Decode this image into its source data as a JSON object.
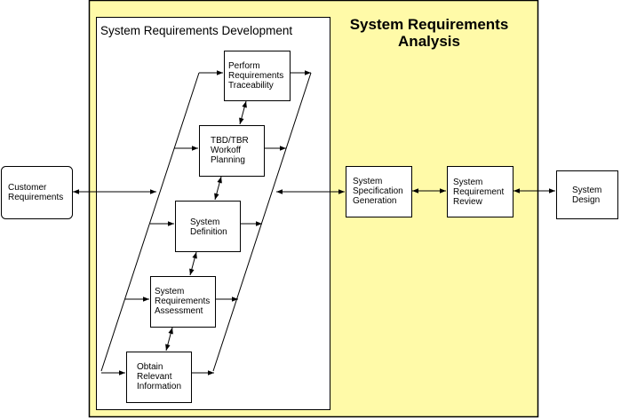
{
  "diagram": {
    "colors": {
      "panel_fill": "#FFFAA8",
      "line": "#000000",
      "box_fill": "#FFFFFF"
    },
    "analysis_panel": {
      "title_lines": [
        "System Requirements",
        "Analysis"
      ]
    },
    "development_panel": {
      "title": "System Requirements Development",
      "steps": [
        {
          "id": "perform",
          "lines": [
            "Perform",
            "Requirements",
            "Traceability"
          ]
        },
        {
          "id": "tbd",
          "lines": [
            "TBD/TBR",
            "Workoff",
            "Planning"
          ]
        },
        {
          "id": "sysdef",
          "lines": [
            "System",
            "Definition"
          ]
        },
        {
          "id": "sra",
          "lines": [
            "System",
            "Requirements",
            "Assessment"
          ]
        },
        {
          "id": "obtain",
          "lines": [
            "Obtain",
            "Relevant",
            "Information"
          ]
        }
      ]
    },
    "external": {
      "customer": {
        "lines": [
          "Customer",
          "Requirements"
        ]
      },
      "spec_gen": {
        "lines": [
          "System",
          "Specification",
          "Generation"
        ]
      },
      "req_review": {
        "lines": [
          "System",
          "Requirement",
          "Review"
        ]
      },
      "design": {
        "lines": [
          "System",
          "Design"
        ]
      }
    }
  }
}
